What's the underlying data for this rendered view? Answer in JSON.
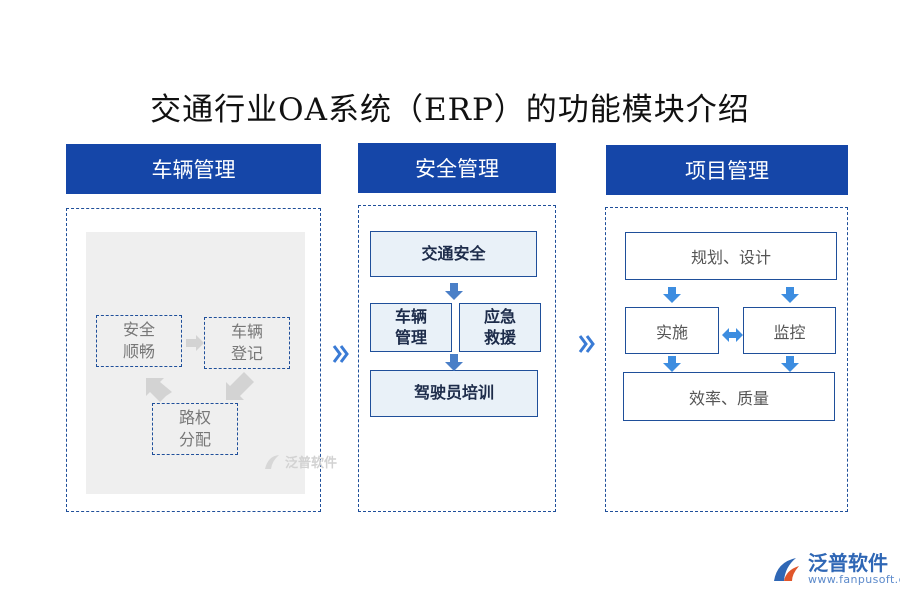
{
  "title": "交通行业OA系统（ERP）的功能模块介绍",
  "modules": {
    "vehicle": {
      "header": "车辆管理",
      "items": {
        "safety_flow": "安全\n顺畅",
        "vehicle_register": "车辆\n登记",
        "right_of_way": "路权\n分配"
      }
    },
    "safety": {
      "header": "安全管理",
      "items": {
        "traffic_safety": "交通安全",
        "vehicle_mgmt": "车辆\n管理",
        "emergency_rescue": "应急\n救援",
        "driver_training": "驾驶员培训"
      }
    },
    "project": {
      "header": "项目管理",
      "items": {
        "planning_design": "规划、设计",
        "implementation": "实施",
        "monitoring": "监控",
        "efficiency_quality": "效率、质量"
      }
    }
  },
  "watermark": "泛普软件",
  "logo": {
    "name": "泛普软件",
    "url": "www.fanpusoft.com"
  },
  "colors": {
    "header_blue": "#1546a8",
    "arrow_blue": "#3a7bd5",
    "light_box": "#e9f1f8"
  }
}
